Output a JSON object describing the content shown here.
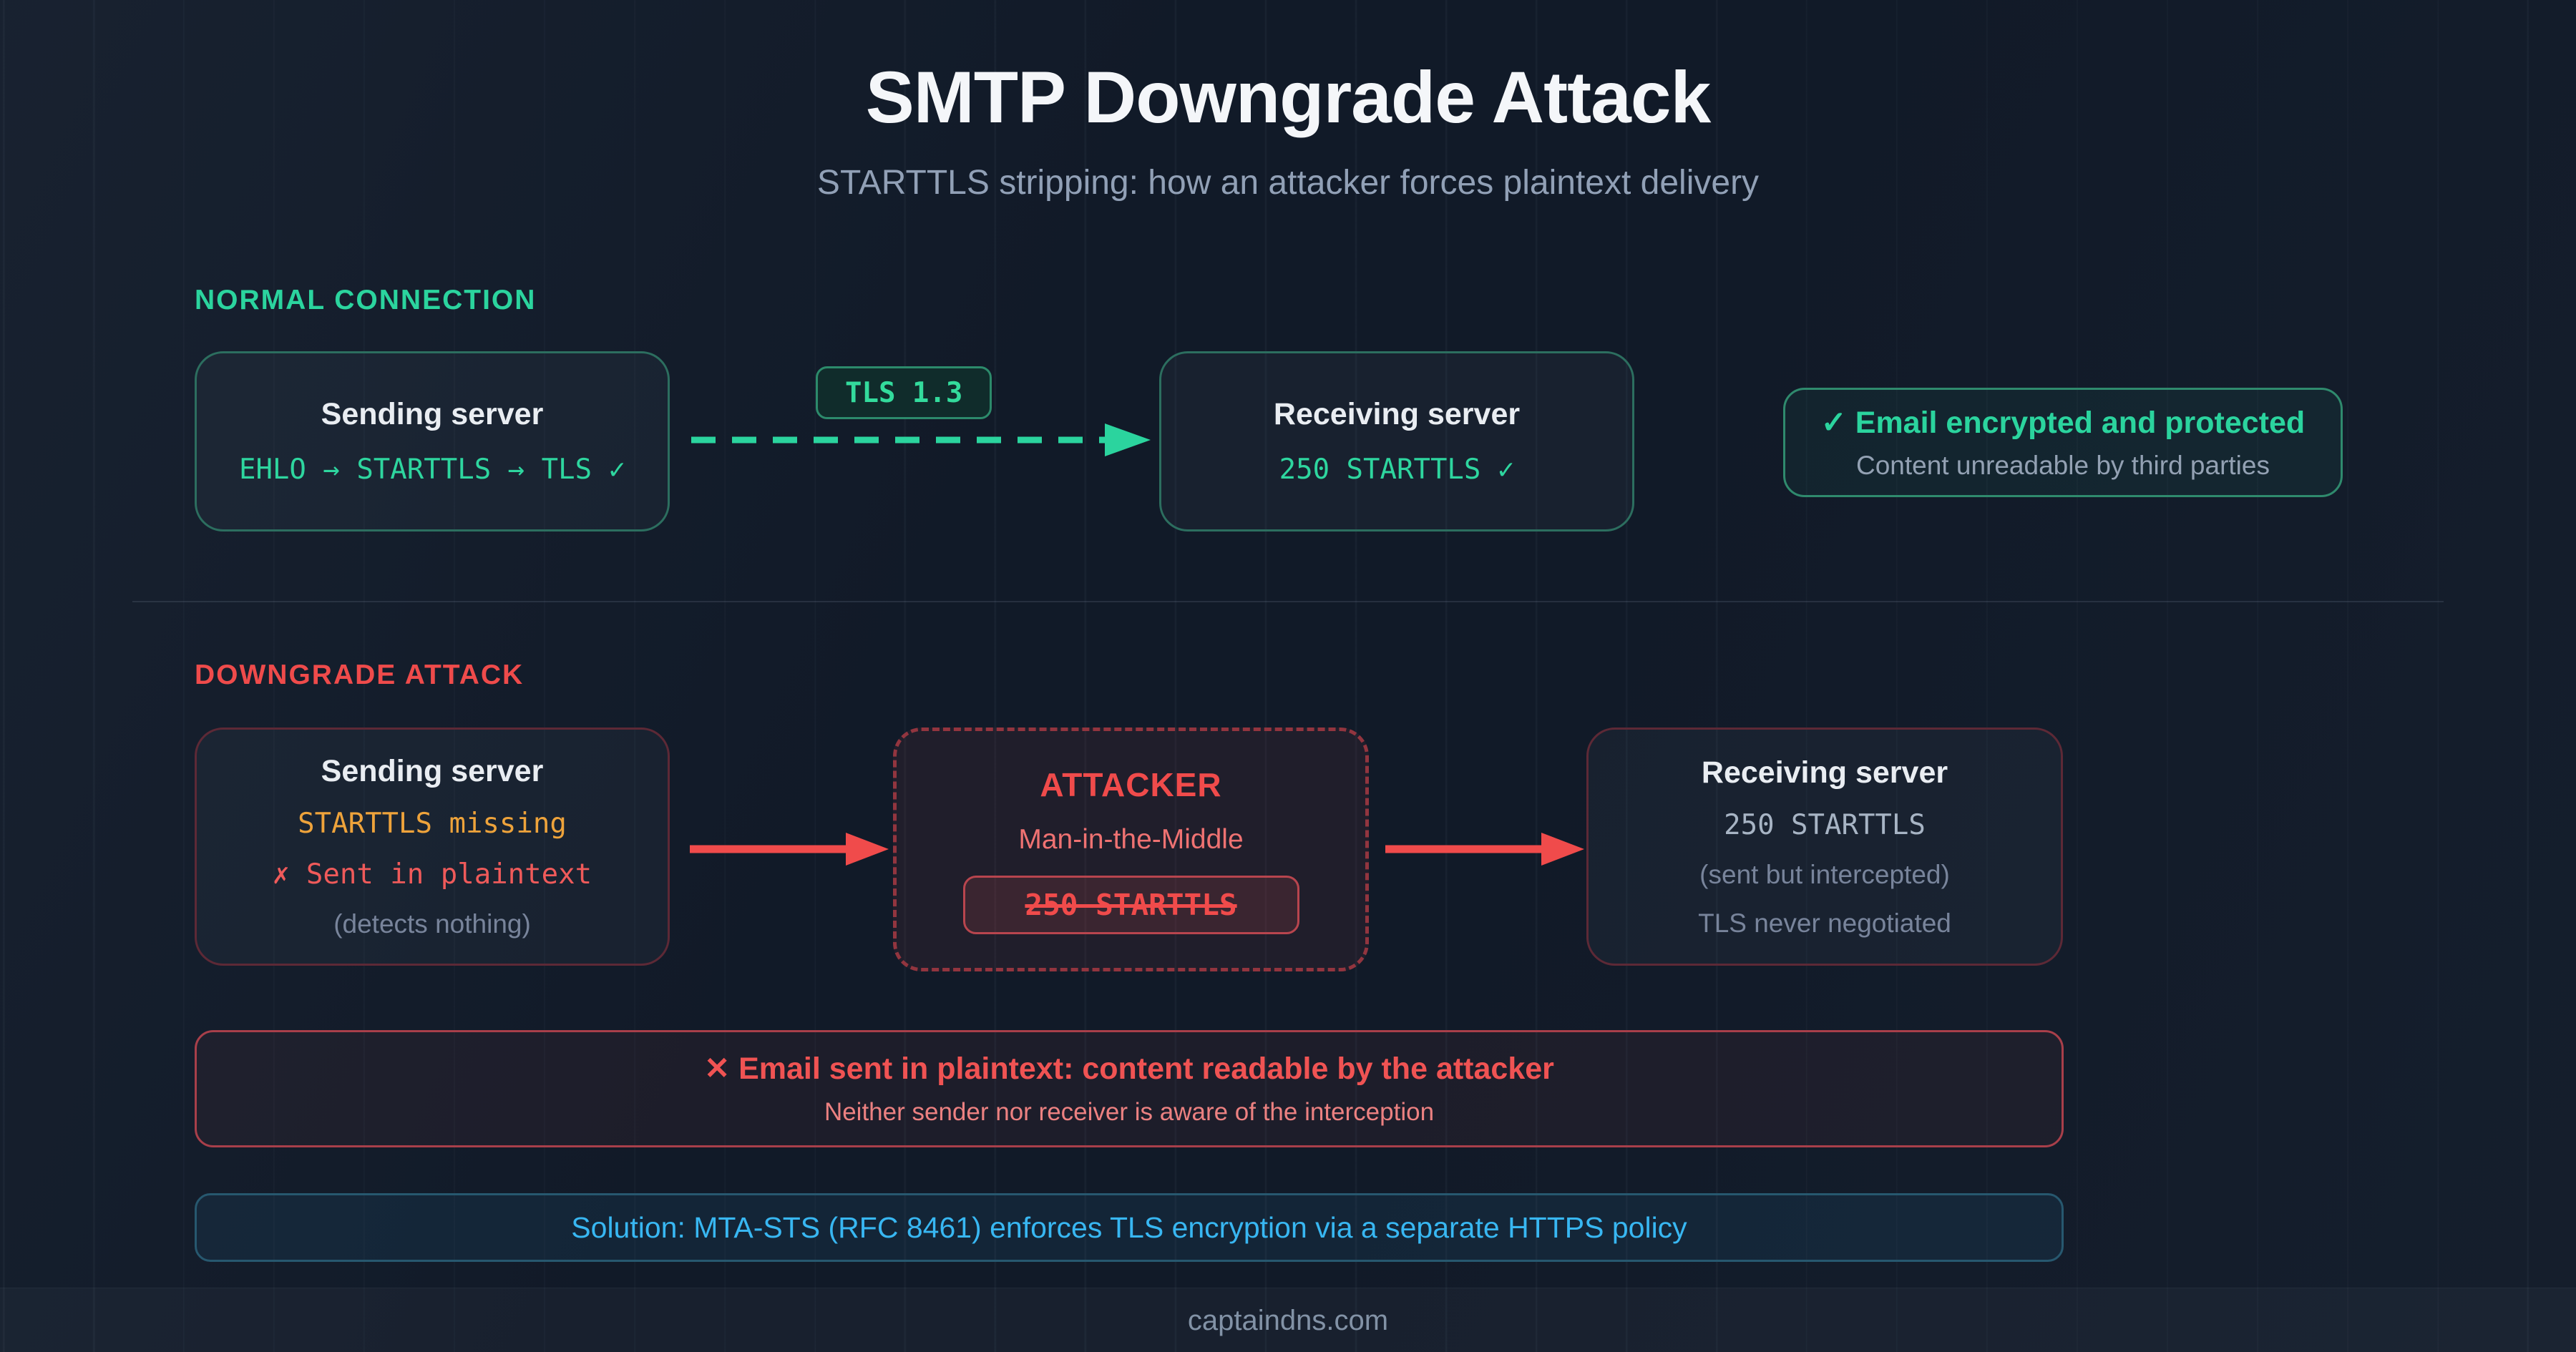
{
  "title": "SMTP Downgrade Attack",
  "subtitle": "STARTTLS stripping: how an attacker forces plaintext delivery",
  "colors": {
    "background": "#111a28",
    "accent_green": "#2bd49e",
    "accent_red": "#f04b4b",
    "accent_amber": "#eea33b",
    "accent_blue": "#38b7f2",
    "text_primary": "#e9edf2",
    "text_muted": "#78849b"
  },
  "normal": {
    "section_label": "NORMAL CONNECTION",
    "sending": {
      "title": "Sending server",
      "line": "EHLO → STARTTLS → TLS ✓"
    },
    "badge": "TLS 1.3",
    "receiving": {
      "title": "Receiving server",
      "line": "250 STARTTLS ✓"
    },
    "status": {
      "title": "✓ Email encrypted and protected",
      "subtitle": "Content unreadable by third parties"
    }
  },
  "attack": {
    "section_label": "DOWNGRADE ATTACK",
    "sending": {
      "title": "Sending server",
      "line1": "STARTTLS missing",
      "line2": "✗ Sent in plaintext",
      "line3": "(detects nothing)"
    },
    "attacker": {
      "title": "ATTACKER",
      "subtitle": "Man-in-the-Middle",
      "pill": "250 STARTTLS"
    },
    "receiving": {
      "title": "Receiving server",
      "line1": "250 STARTTLS",
      "line2": "(sent but intercepted)",
      "line3": "TLS never negotiated"
    },
    "warning": {
      "title": "✕ Email sent in plaintext: content readable by the attacker",
      "subtitle": "Neither sender nor receiver is aware of the interception"
    },
    "solution": "Solution: MTA-STS (RFC 8461) enforces TLS encryption via a separate HTTPS policy"
  },
  "footer": "captaindns.com"
}
